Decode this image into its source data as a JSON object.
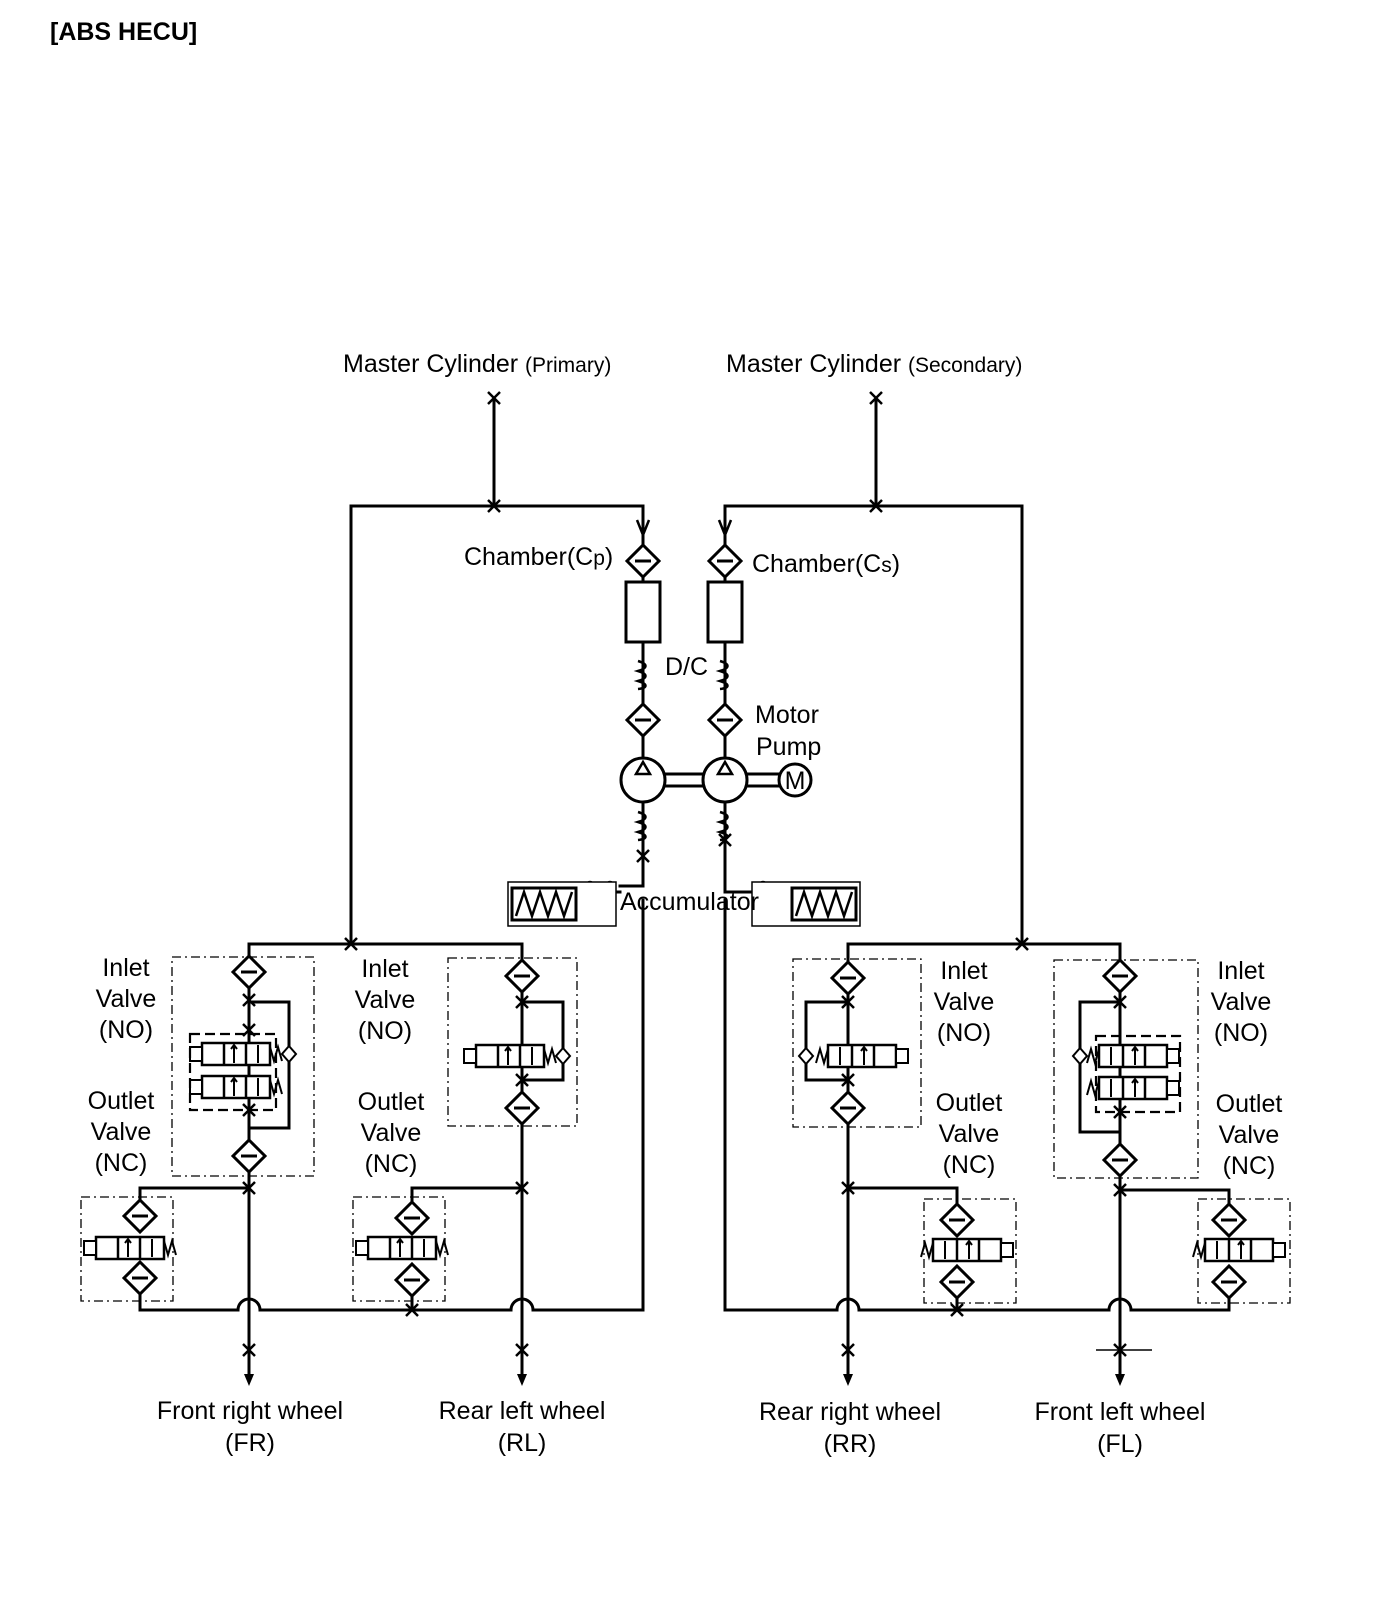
{
  "header": {
    "title": "[ABS   HECU]"
  },
  "labels": {
    "master_primary_main": "Master Cylinder ",
    "master_primary_sub": "(Primary)",
    "master_secondary_main": "Master Cylinder ",
    "master_secondary_sub": "(Secondary)",
    "chamber_primary_main": "Chamber(C",
    "chamber_primary_sub": "p",
    "chamber_primary_end": ")",
    "chamber_secondary_main": "Chamber(C",
    "chamber_secondary_sub": "s",
    "chamber_secondary_end": ")",
    "damping_chamber": "D/C",
    "motor_pump_1": "Motor",
    "motor_pump_2": "Pump",
    "motor_symbol": "M",
    "accumulator": "Accumulator"
  },
  "valve_labels": {
    "inlet_1": "Inlet",
    "inlet_2": "Valve",
    "inlet_3": "(NO)",
    "outlet_1": "Outlet",
    "outlet_2": "Valve",
    "outlet_3": "(NC)"
  },
  "wheels": [
    {
      "name": "Front right wheel",
      "code": "(FR)"
    },
    {
      "name": "Rear left wheel",
      "code": "(RL)"
    },
    {
      "name": "Rear right wheel",
      "code": "(RR)"
    },
    {
      "name": "Front left wheel",
      "code": "(FL)"
    }
  ]
}
